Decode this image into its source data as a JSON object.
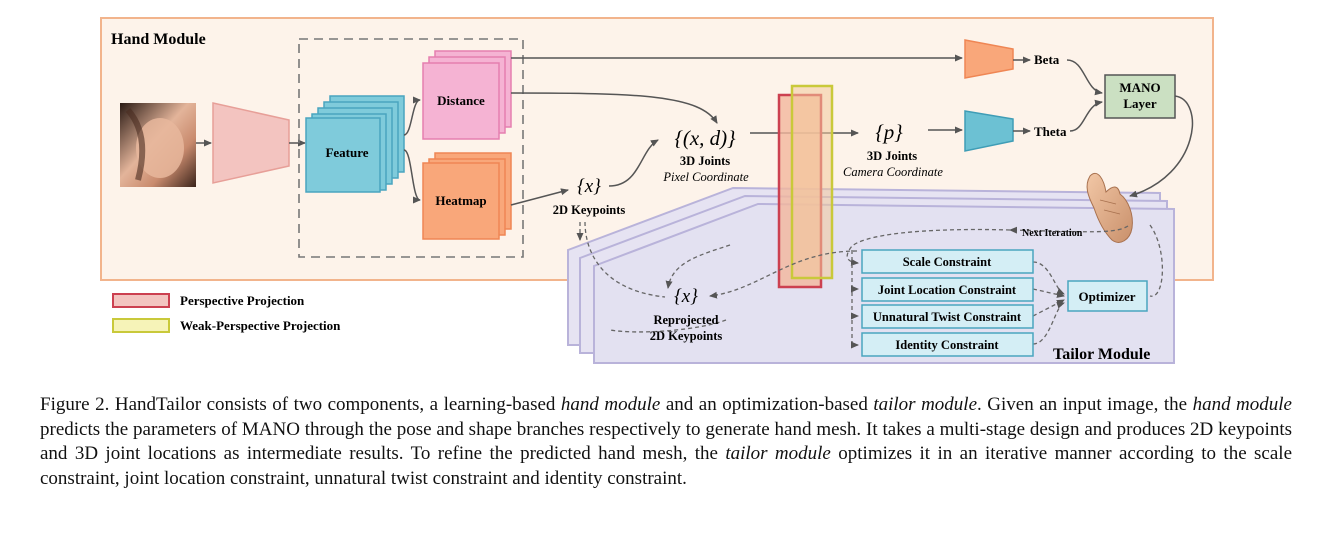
{
  "hand_module": {
    "title": "Hand Module",
    "feature_label": "Feature",
    "distance_label": "Distance",
    "heatmap_label": "Heatmap",
    "beta_label": "Beta",
    "theta_label": "Theta",
    "mano_line1": "MANO",
    "mano_line2": "Layer",
    "keypoints_symbol": "{x}",
    "keypoints_label": "2D Keypoints",
    "joints_pixel_symbol": "{(x, d)}",
    "joints_pixel_label": "3D Joints",
    "joints_pixel_sub": "Pixel Coordinate",
    "joints_cam_symbol": "{p}",
    "joints_cam_label": "3D Joints",
    "joints_cam_sub": "Camera Coordinate"
  },
  "tailor_module": {
    "title": "Tailor Module",
    "next_iteration": "Next Iteration",
    "constraints": [
      "Scale Constraint",
      "Joint Location Constraint",
      "Unnatural Twist Constraint",
      "Identity Constraint"
    ],
    "optimizer": "Optimizer",
    "reprojected_symbol": "{x}",
    "reprojected_line1": "Reprojected",
    "reprojected_line2": "2D Keypoints"
  },
  "legend": {
    "perspective": "Perspective Projection",
    "weak_perspective": "Weak-Perspective Projection"
  },
  "caption": {
    "prefix": "Figure 2. HandTailor consists of two components, a learning-based ",
    "em1": "hand module",
    "mid1": " and an optimization-based ",
    "em2": "tailor module",
    "mid2": ". Given an input image, the ",
    "em3": "hand module",
    "mid3": " predicts the parameters of MANO through the pose and shape branches respectively to generate hand mesh. It takes a multi-stage design and produces 2D keypoints and 3D joint locations as intermediate results. To refine the predicted hand mesh, the ",
    "em4": "tailor module",
    "suffix": " optimizes it in an iterative manner according to the scale constraint, joint location constraint, unnatural twist constraint and identity constraint."
  },
  "colors": {
    "hand_module_bg": "#fdf3ea",
    "hand_module_border": "#f2b48c",
    "feature_fill": "#7fcbdb",
    "distance_fill": "#f5b3d3",
    "heatmap_fill": "#f9a77a",
    "encoder_fill": "#f3c4c0",
    "mano_fill": "#cbe0c2",
    "tailor_fill": "#e3e1f1",
    "tailor_border": "#b9b3da",
    "constraint_fill": "#d4eef5",
    "perspective": "#cc4050",
    "weak_perspective": "#c9c93a"
  }
}
